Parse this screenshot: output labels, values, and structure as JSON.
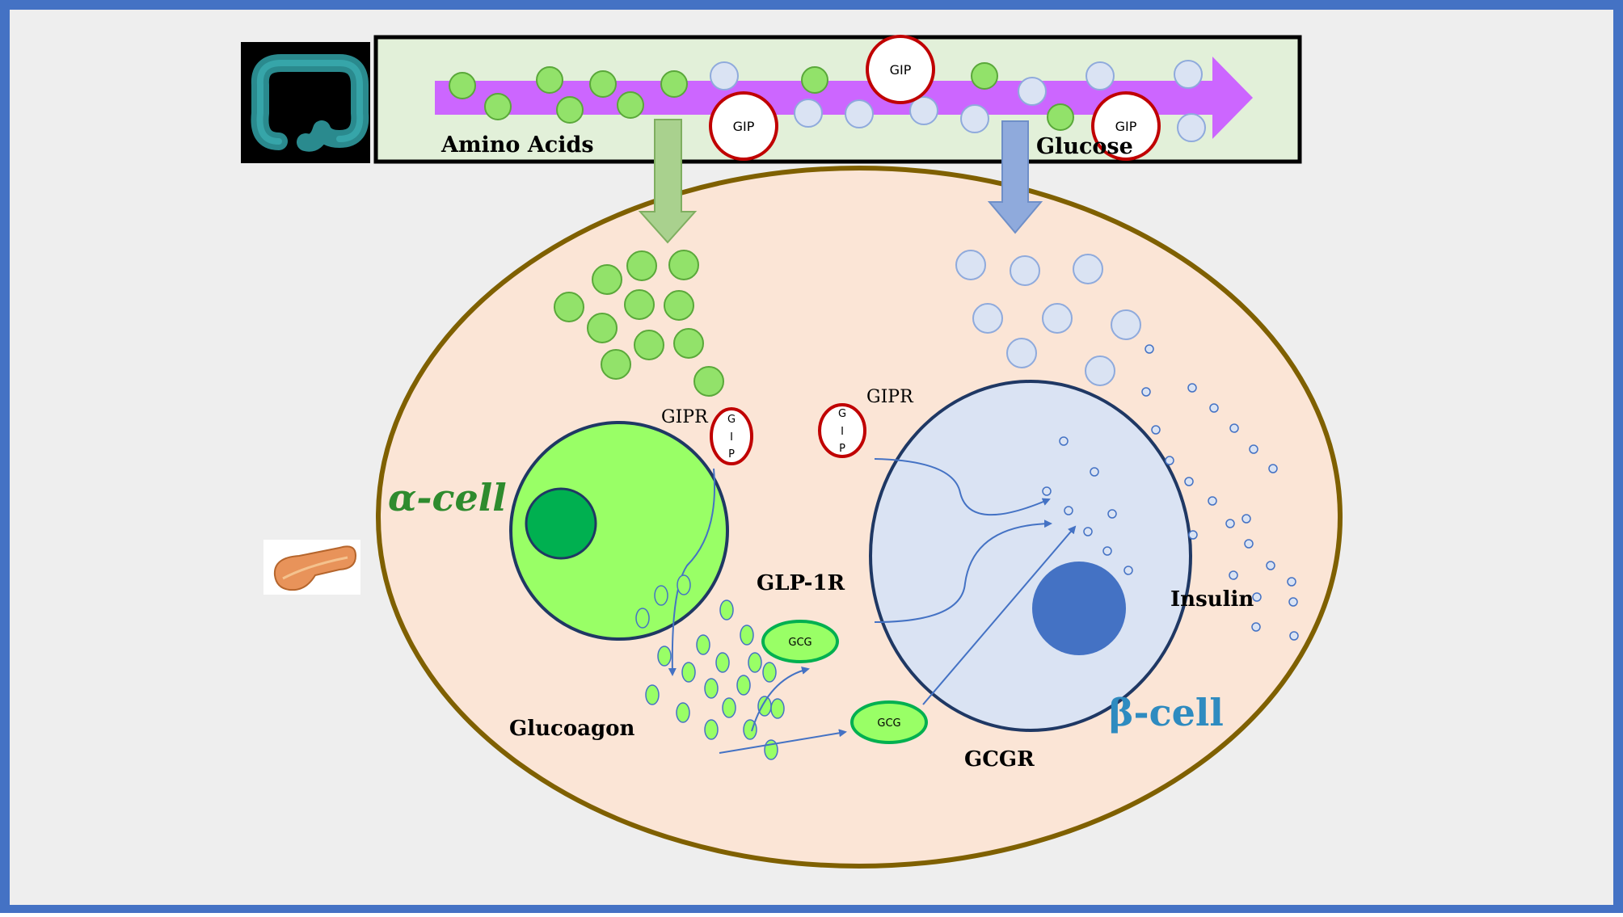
{
  "labels": {
    "amino_acids": "Amino Acids",
    "glucose": "Glucose",
    "gipr_alpha": "GIPR",
    "gipr_beta": "GIPR",
    "alpha_cell": "α-cell",
    "beta_cell": "β-cell",
    "glp1r": "GLP-1R",
    "gcgr": "GCGR",
    "insulin": "Insulin",
    "glucagon": "Glucoagon",
    "gip": "GIP",
    "gcg": "GCG",
    "gip_g": "G",
    "gip_i": "I",
    "gip_p": "P"
  },
  "colors": {
    "frame": "#4472c4",
    "background": "#eeeeee",
    "intestine_panel": "#e2f0d9",
    "arrow_magenta": "#cc66ff",
    "islet_fill": "#fbe5d6",
    "islet_border": "#7f6000",
    "amino_acid": "#92e26a",
    "glucose": "#dae3f3",
    "alpha_cell": "#99ff66",
    "alpha_nucleus": "#00b050",
    "beta_cell": "#dae3f3",
    "beta_nucleus": "#4472c4",
    "gip_ring": "#c00000",
    "alpha_label": "#2e8b2e",
    "beta_label": "#2e8bc0"
  },
  "icons": {
    "intestine": "intestine-icon",
    "pancreas": "pancreas-icon"
  }
}
